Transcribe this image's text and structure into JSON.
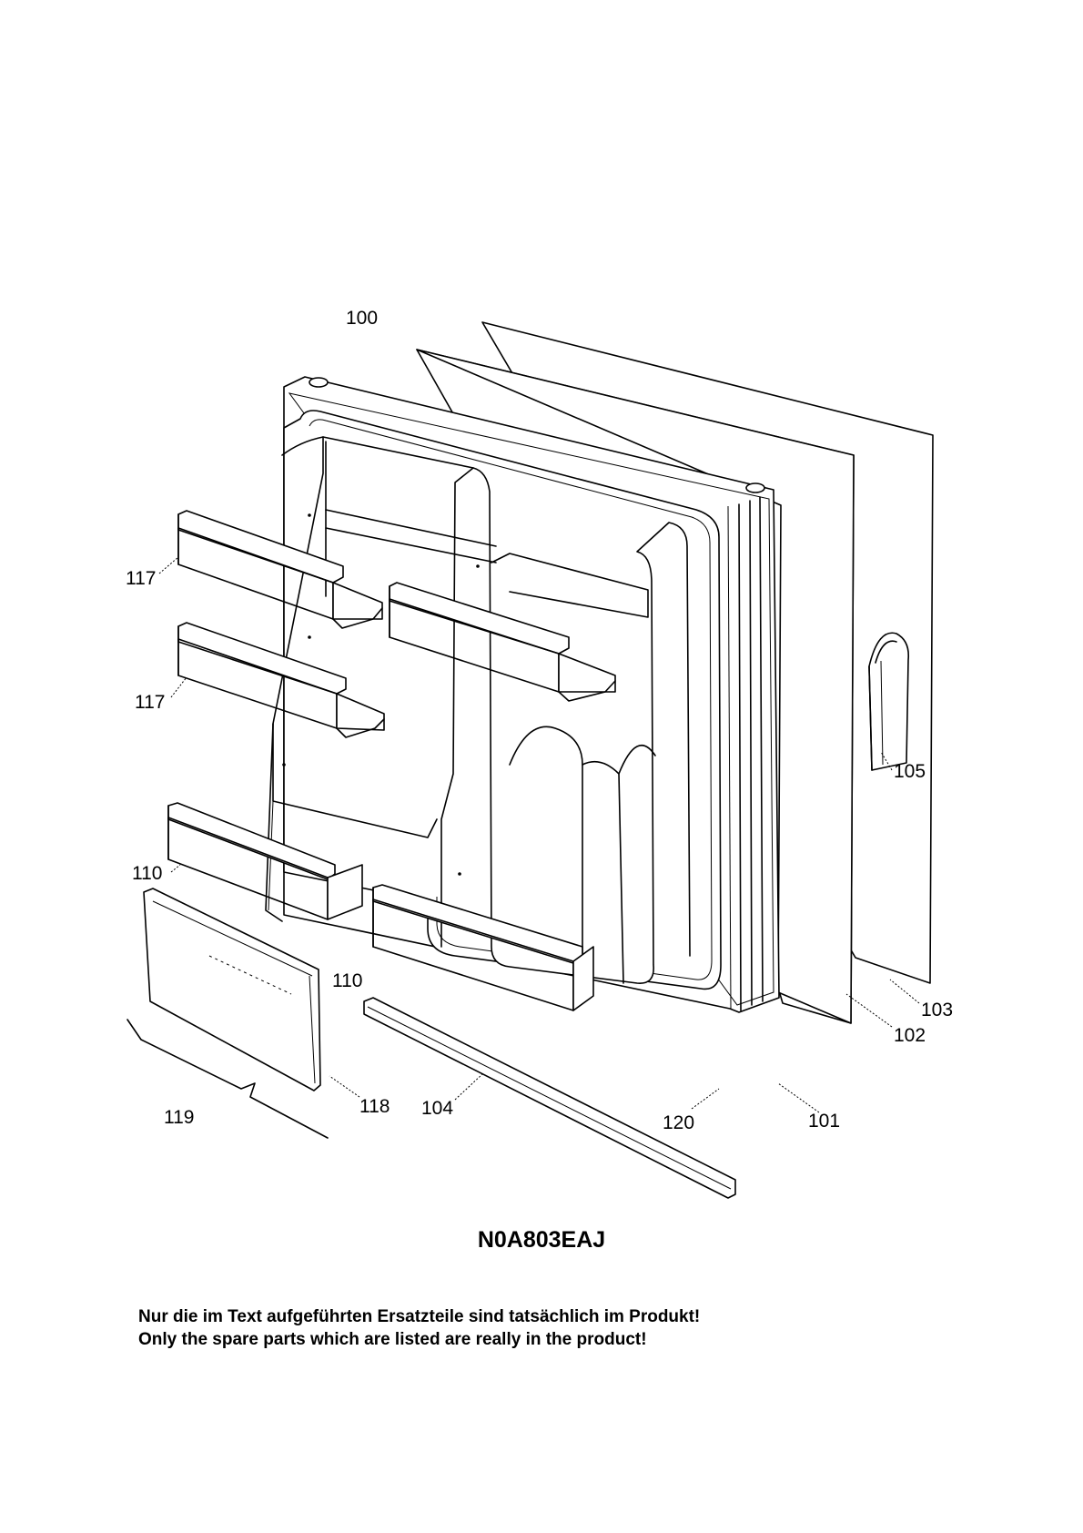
{
  "diagram": {
    "part_labels": {
      "p100": "100",
      "p101": "101",
      "p102": "102",
      "p103": "103",
      "p104": "104",
      "p105": "105",
      "p110a": "110",
      "p110b": "110",
      "p117a": "117",
      "p117b": "117",
      "p118": "118",
      "p119": "119",
      "p120": "120"
    }
  },
  "model_code": "N0A803EAJ",
  "disclaimer": {
    "german": "Nur die im Text aufgeführten Ersatzteile sind tatsächlich im Produkt!",
    "english": "Only the spare parts which are listed are really in the product!"
  }
}
